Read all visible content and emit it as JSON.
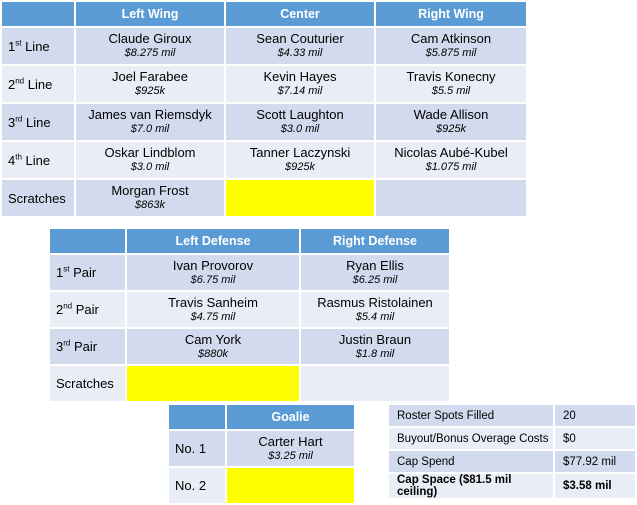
{
  "forwards": {
    "headers": [
      "Left Wing",
      "Center",
      "Right Wing"
    ],
    "rows": [
      {
        "label_main": "1",
        "label_sup": "st",
        "label_tail": " Line",
        "cells": [
          {
            "name": "Claude Giroux",
            "salary": "$8.275 mil"
          },
          {
            "name": "Sean Couturier",
            "salary": "$4.33 mil"
          },
          {
            "name": "Cam Atkinson",
            "salary": "$5.875 mil"
          }
        ]
      },
      {
        "label_main": "2",
        "label_sup": "nd",
        "label_tail": " Line",
        "cells": [
          {
            "name": "Joel Farabee",
            "salary": "$925k"
          },
          {
            "name": "Kevin Hayes",
            "salary": "$7.14 mil"
          },
          {
            "name": "Travis Konecny",
            "salary": "$5.5 mil"
          }
        ]
      },
      {
        "label_main": "3",
        "label_sup": "rd",
        "label_tail": " Line",
        "cells": [
          {
            "name": "James van Riemsdyk",
            "salary": "$7.0 mil"
          },
          {
            "name": "Scott Laughton",
            "salary": "$3.0 mil"
          },
          {
            "name": "Wade Allison",
            "salary": "$925k"
          }
        ]
      },
      {
        "label_main": "4",
        "label_sup": "th",
        "label_tail": " Line",
        "cells": [
          {
            "name": "Oskar Lindblom",
            "salary": "$3.0 mil"
          },
          {
            "name": "Tanner Laczynski",
            "salary": "$925k"
          },
          {
            "name": "Nicolas Aubé-Kubel",
            "salary": "$1.075 mil"
          }
        ]
      }
    ],
    "scratches": {
      "label": "Scratches",
      "cells": [
        {
          "name": "Morgan Frost",
          "salary": "$863k"
        }
      ]
    }
  },
  "defense": {
    "headers": [
      "Left Defense",
      "Right Defense"
    ],
    "rows": [
      {
        "label_main": "1",
        "label_sup": "st",
        "label_tail": " Pair",
        "cells": [
          {
            "name": "Ivan Provorov",
            "salary": "$6.75 mil"
          },
          {
            "name": "Ryan Ellis",
            "salary": "$6.25 mil"
          }
        ]
      },
      {
        "label_main": "2",
        "label_sup": "nd",
        "label_tail": " Pair",
        "cells": [
          {
            "name": "Travis Sanheim",
            "salary": "$4.75 mil"
          },
          {
            "name": "Rasmus Ristolainen",
            "salary": "$5.4 mil"
          }
        ]
      },
      {
        "label_main": "3",
        "label_sup": "rd",
        "label_tail": " Pair",
        "cells": [
          {
            "name": "Cam York",
            "salary": "$880k"
          },
          {
            "name": "Justin Braun",
            "salary": "$1.8 mil"
          }
        ]
      }
    ],
    "scratches": {
      "label": "Scratches"
    }
  },
  "goalie": {
    "header": "Goalie",
    "rows": [
      {
        "label": "No. 1",
        "name": "Carter Hart",
        "salary": "$3.25 mil"
      },
      {
        "label": "No. 2"
      }
    ]
  },
  "summary": {
    "rows": [
      {
        "label": "Roster Spots Filled",
        "value": "20"
      },
      {
        "label": "Buyout/Bonus Overage Costs",
        "value": "$0"
      },
      {
        "label": "Cap Spend",
        "value": "$77.92 mil"
      },
      {
        "label": "Cap Space ($81.5 mil ceiling)",
        "value": "$3.58 mil"
      }
    ]
  },
  "colors": {
    "header_blue": "#5b9bd5",
    "row_dark": "#d2dbee",
    "row_light": "#e9edf6",
    "empty_slot_yellow": "#ffff00"
  }
}
